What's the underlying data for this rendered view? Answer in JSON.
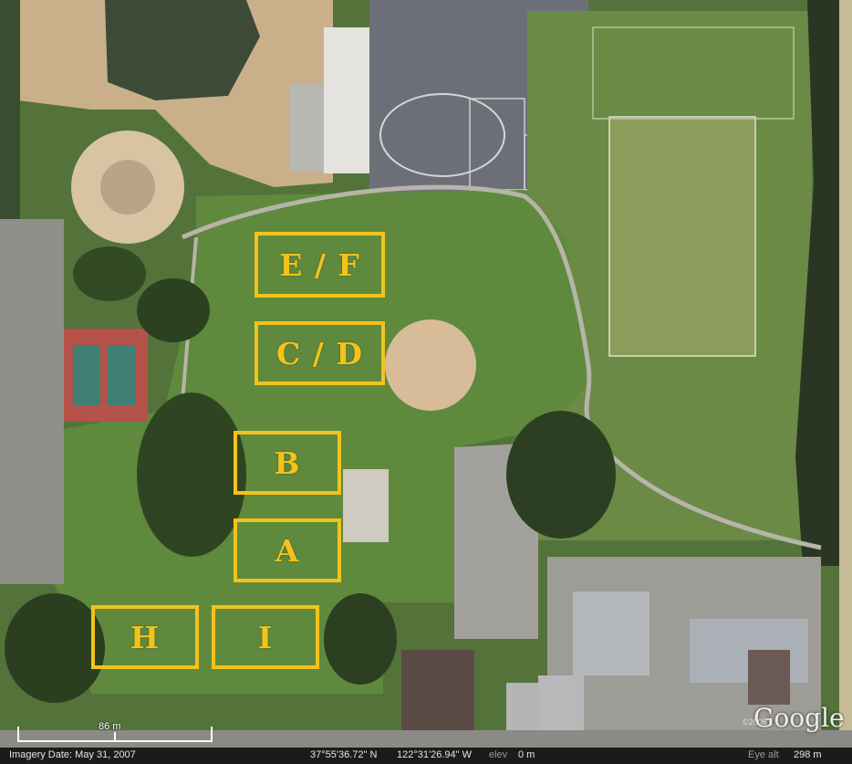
{
  "map": {
    "field_labels": [
      {
        "id": "ef",
        "label": "E / F"
      },
      {
        "id": "cd",
        "label": "C / D"
      },
      {
        "id": "b",
        "label": "B"
      },
      {
        "id": "a",
        "label": "A"
      },
      {
        "id": "h",
        "label": "H"
      },
      {
        "id": "i",
        "label": "I"
      }
    ],
    "label_color": "#f5c21b",
    "scale": {
      "label": "86 m"
    },
    "watermark": {
      "logo": "Google",
      "copyright": "©2008"
    }
  },
  "status_bar": {
    "imagery_date": "Imagery Date: May 31, 2007",
    "latitude": "37°55'36.72\" N",
    "longitude": "122°31'26.94\" W",
    "elevation_label": "elev",
    "elevation": "0 m",
    "eye_alt_label": "Eye alt",
    "eye_alt": "298 m"
  }
}
